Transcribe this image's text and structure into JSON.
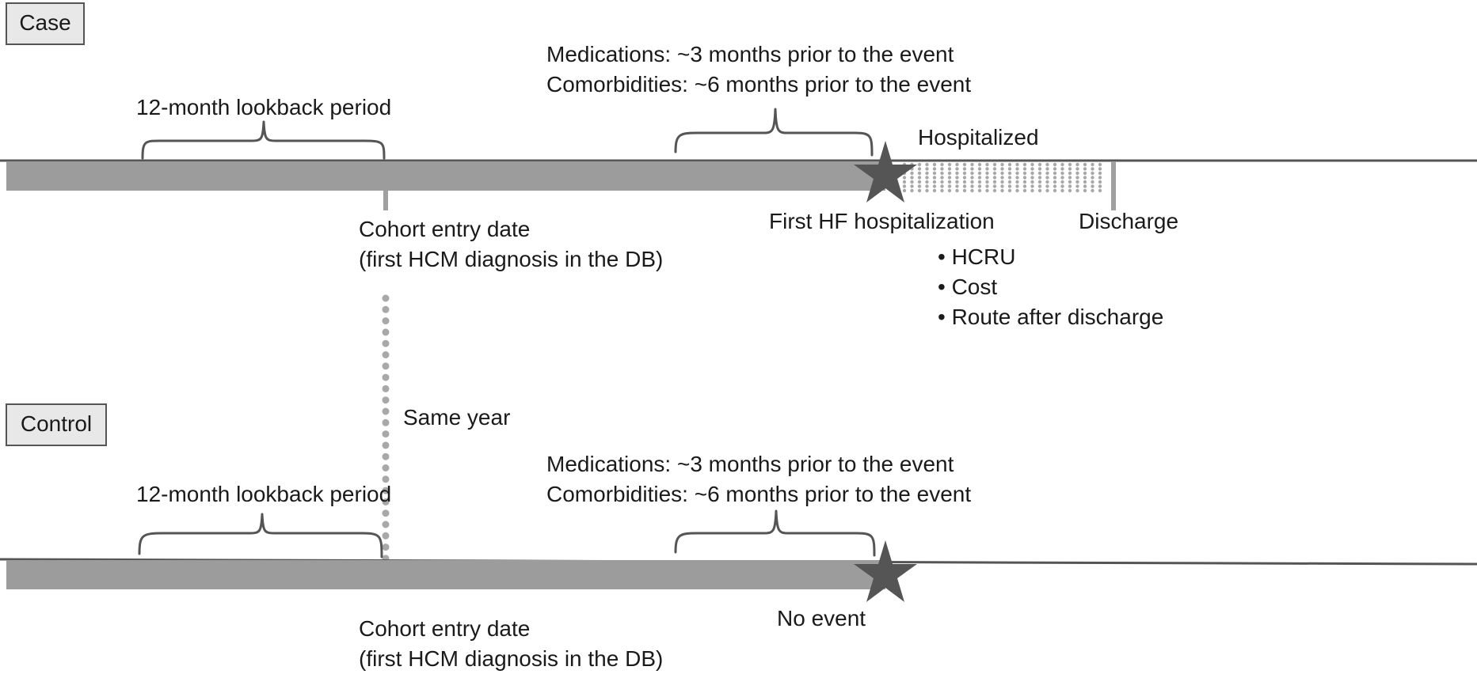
{
  "case": {
    "group_label": "Case",
    "lookback_label": "12-month lookback period",
    "meds_label": "Medications: ~3 months prior to the event",
    "comorb_label": "Comorbidities: ~6 months prior to the event",
    "hospitalized_label": "Hospitalized",
    "event_label": "First HF hospitalization",
    "discharge_label": "Discharge",
    "cohort_entry_line1": "Cohort entry date",
    "cohort_entry_line2": "(first HCM diagnosis in the DB)",
    "outcomes": [
      "• HCRU",
      "• Cost",
      "• Route after discharge"
    ]
  },
  "same_year_label": "Same year",
  "control": {
    "group_label": "Control",
    "lookback_label": "12-month lookback period",
    "meds_label": "Medications: ~3 months prior to the event",
    "comorb_label": "Comorbidities: ~6 months prior to the event",
    "event_label": "No event",
    "cohort_entry_line1": "Cohort entry date",
    "cohort_entry_line2": "(first HCM diagnosis in the DB)"
  },
  "colors": {
    "bar": "#9c9c9c",
    "line": "#555555",
    "star": "#555555",
    "dots": "#a8a8a8"
  }
}
